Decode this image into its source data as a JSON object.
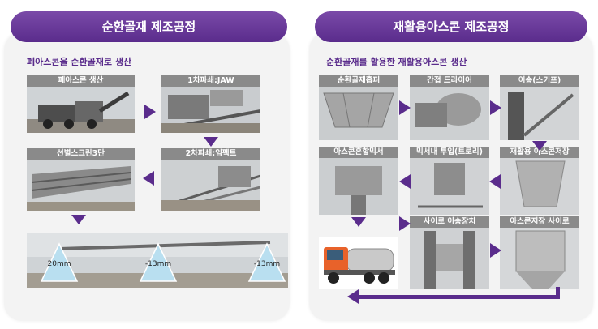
{
  "left": {
    "title": "순환골재 제조공정",
    "subtitle": "폐아스콘을 순환골재로 생산",
    "steps": [
      {
        "label": "폐아스콘 생산"
      },
      {
        "label": "1차파쇄:JAW"
      },
      {
        "label": "2차파쇄:임펙트"
      },
      {
        "label": "선별스크린3단"
      }
    ],
    "sizes": [
      "20mm",
      "-13mm",
      "-13mm"
    ]
  },
  "right": {
    "title": "재활용아스콘 제조공정",
    "subtitle": "순환골재를 활용한 재활용아스콘 생산",
    "steps": [
      {
        "label": "순환골재홉퍼"
      },
      {
        "label": "간접 드라이어"
      },
      {
        "label": "이송(스키프)"
      },
      {
        "label": "아스콘혼합믹서"
      },
      {
        "label": "믹서내 투입(트로리)"
      },
      {
        "label": "재활용 아스콘저장"
      },
      {
        "label": "사이로 이송장치"
      },
      {
        "label": "아스콘저장 사이로"
      }
    ]
  },
  "colors": {
    "accent": "#5a2c8c",
    "caption_bg": "#8a8a8a",
    "panel_bg": "#f3f3f3"
  }
}
